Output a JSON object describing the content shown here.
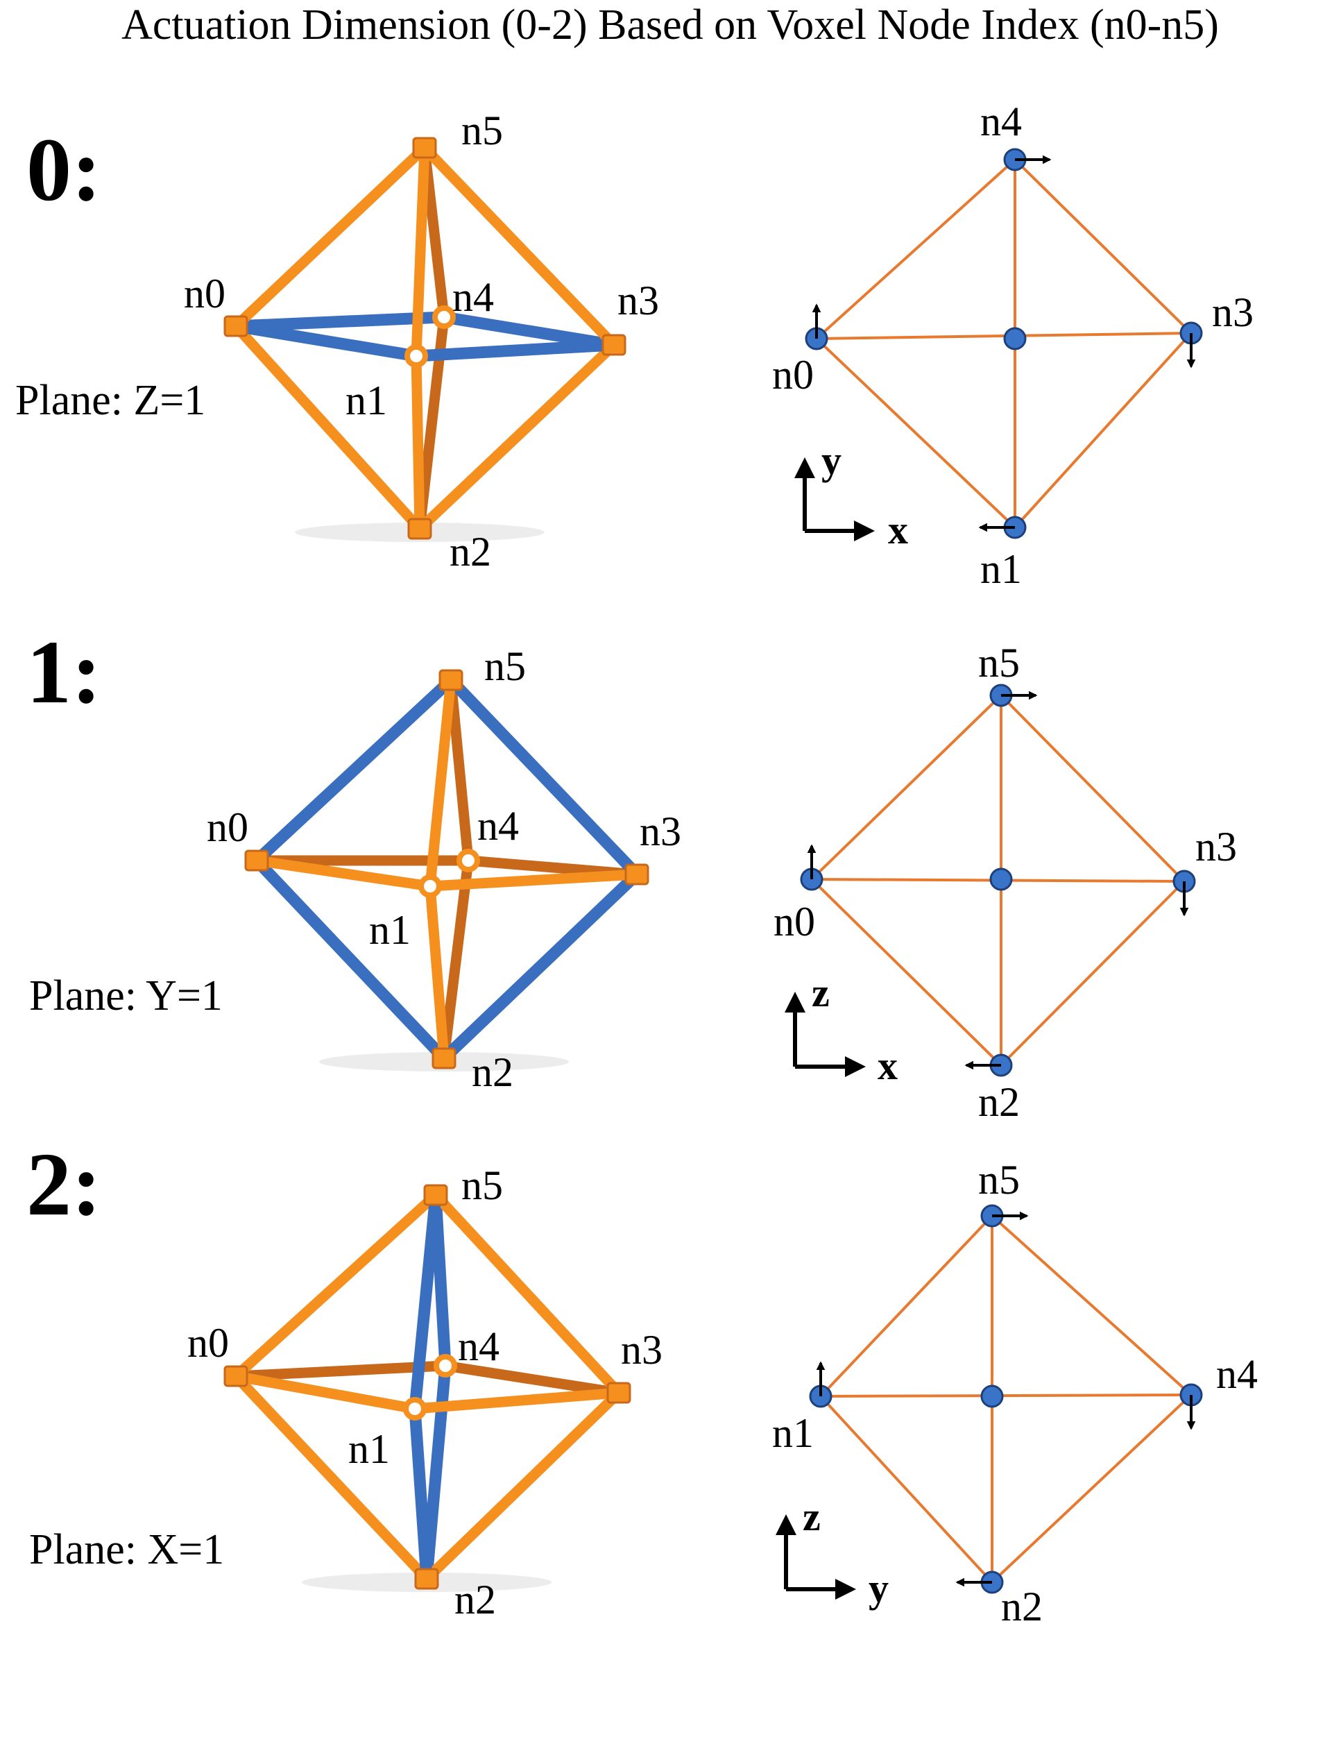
{
  "title": "Actuation Dimension (0-2) Based on Voxel Node Index (n0-n5)",
  "colors": {
    "orange": "#f5901e",
    "orange_dark": "#c8681a",
    "blue": "#3a6fc0",
    "node_fill": "#3a74c8",
    "node_stroke": "#1d3f7a",
    "line_2d": "#e87a30",
    "text": "#000000",
    "shadow": "#dcdcdc"
  },
  "panels": [
    {
      "dim_label": "0:",
      "plane_label": "Plane: Z=1",
      "oct_labels": {
        "top": "n5",
        "left": "n0",
        "back": "n4",
        "right": "n3",
        "front": "n1",
        "bottom": "n2"
      },
      "blue_edges": [
        "left-back",
        "left-front",
        "right-back",
        "right-front"
      ],
      "diagram": {
        "axis_h": "x",
        "axis_v": "y",
        "labels": {
          "top": "n4",
          "left": "n0",
          "right": "n3",
          "bottom": "n1"
        },
        "arrows": {
          "top": "right",
          "left": "up",
          "right": "down",
          "bottom": "left"
        }
      }
    },
    {
      "dim_label": "1:",
      "plane_label": "Plane: Y=1",
      "oct_labels": {
        "top": "n5",
        "left": "n0",
        "back": "n4",
        "right": "n3",
        "front": "n1",
        "bottom": "n2"
      },
      "blue_edges": [
        "top-left",
        "top-right",
        "bottom-left",
        "bottom-right"
      ],
      "diagram": {
        "axis_h": "x",
        "axis_v": "z",
        "labels": {
          "top": "n5",
          "left": "n0",
          "right": "n3",
          "bottom": "n2"
        },
        "arrows": {
          "top": "right",
          "left": "up",
          "right": "down",
          "bottom": "left"
        }
      }
    },
    {
      "dim_label": "2:",
      "plane_label": "Plane: X=1",
      "oct_labels": {
        "top": "n5",
        "left": "n0",
        "back": "n4",
        "right": "n3",
        "front": "n1",
        "bottom": "n2"
      },
      "blue_edges": [
        "top-back",
        "top-front",
        "bottom-back",
        "bottom-front"
      ],
      "diagram": {
        "axis_h": "y",
        "axis_v": "z",
        "labels": {
          "top": "n5",
          "left": "n1",
          "right": "n4",
          "bottom": "n2"
        },
        "arrows": {
          "top": "right",
          "left": "up",
          "right": "down",
          "bottom": "left"
        }
      }
    }
  ]
}
